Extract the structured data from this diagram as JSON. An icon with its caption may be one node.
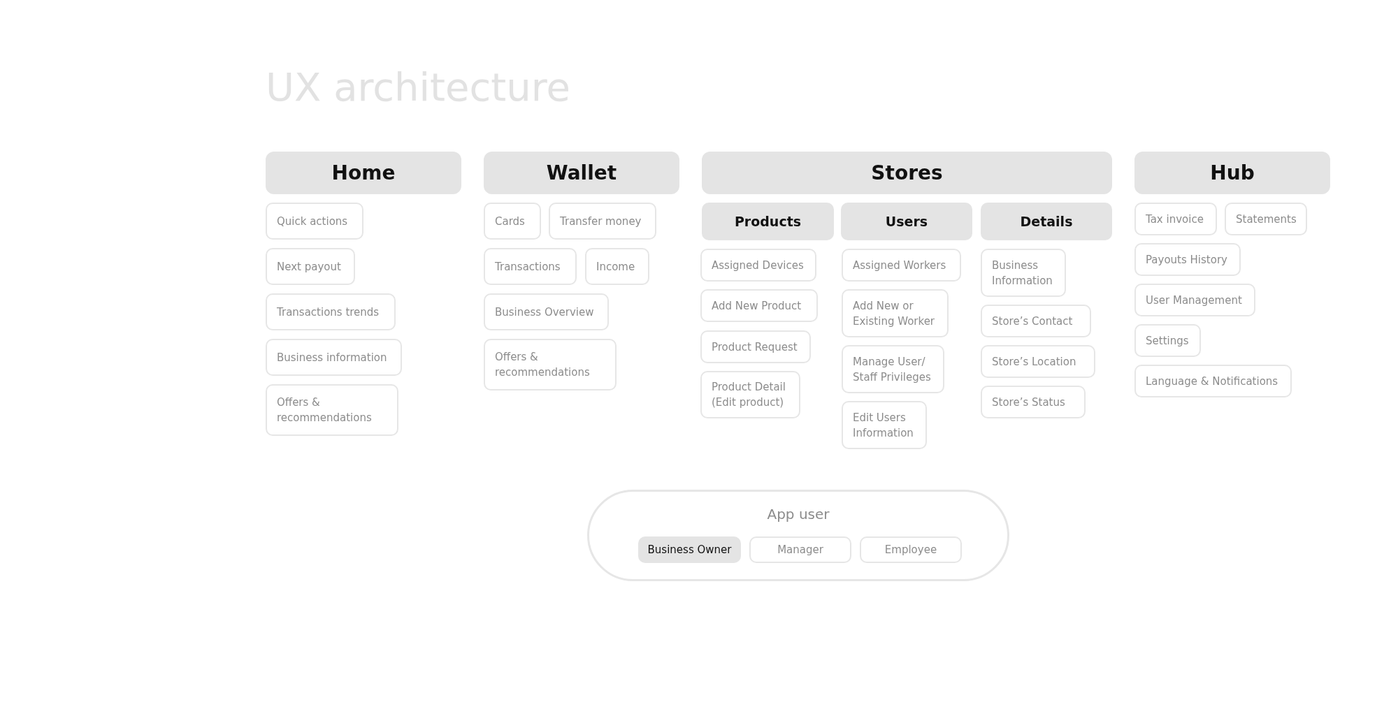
{
  "diagram": {
    "title": "UX architecture",
    "nodes": [
      {
        "text": [
          "Home"
        ]
      },
      {
        "text": [
          "Quick actions"
        ]
      },
      {
        "text": [
          "Next payout"
        ]
      },
      {
        "text": [
          "Transactions trends"
        ]
      },
      {
        "text": [
          "Business information"
        ]
      },
      {
        "text": [
          "Offers & recommendations"
        ]
      },
      {
        "text": [
          "Wallet"
        ]
      },
      {
        "text": [
          "Cards"
        ]
      },
      {
        "text": [
          "Transfer money"
        ]
      },
      {
        "text": [
          "Transactions"
        ]
      },
      {
        "text": [
          "Income"
        ]
      },
      {
        "text": [
          "Business Overview"
        ]
      },
      {
        "text": [
          "Offers & recommendations"
        ]
      },
      {
        "text": [
          "Stores"
        ]
      },
      {
        "text": [
          "Products"
        ]
      },
      {
        "text": [
          "Assigned Devices"
        ]
      },
      {
        "text": [
          "Add New Product"
        ]
      },
      {
        "text": [
          "Product Request"
        ]
      },
      {
        "text": [
          "Product Detail (Edit product)"
        ]
      },
      {
        "text": [
          "Users"
        ]
      },
      {
        "text": [
          "Assigned Workers"
        ]
      },
      {
        "text": [
          "Add New or Existing Worker"
        ]
      },
      {
        "text": [
          "Manage User/ Staff Privileges"
        ]
      },
      {
        "text": [
          "Edit Users Information"
        ]
      },
      {
        "text": [
          "Details"
        ]
      },
      {
        "text": [
          "Business Information"
        ]
      },
      {
        "text": [
          "Store’s Contact"
        ]
      },
      {
        "text": [
          "Store’s Location"
        ]
      },
      {
        "text": [
          "Store’s Status"
        ]
      },
      {
        "text": [
          "Hub"
        ]
      },
      {
        "text": [
          "Tax invoice"
        ]
      },
      {
        "text": [
          "Statements"
        ]
      },
      {
        "text": [
          "Payouts History"
        ]
      },
      {
        "text": [
          "User Management"
        ]
      },
      {
        "text": [
          "Settings"
        ]
      },
      {
        "text": [
          "Language & Notifications"
        ]
      },
      {
        "text": [
          "App user"
        ]
      },
      {
        "text": [
          "Business Owner"
        ],
        "in": 36
      },
      {
        "text": [
          "Manager"
        ],
        "in": 36
      },
      {
        "text": [
          "Employee"
        ],
        "in": 36
      }
    ]
  }
}
